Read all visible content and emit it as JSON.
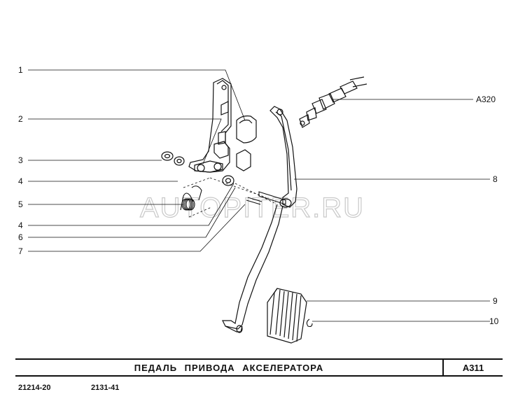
{
  "callouts": {
    "c1": "1",
    "c2": "2",
    "c3": "3",
    "c4a": "4",
    "c5": "5",
    "c4b": "4",
    "c6": "6",
    "c7": "7",
    "c8": "8",
    "c9": "9",
    "c10": "10",
    "a320": "A320"
  },
  "watermark": "AUTOPITER.RU",
  "title": {
    "main": "ПЕДАЛЬ  ПРИВОДА  АКСЕЛЕРАТОРА",
    "code": "A311"
  },
  "footer": {
    "left": "21214-20",
    "right": "2131-41"
  }
}
